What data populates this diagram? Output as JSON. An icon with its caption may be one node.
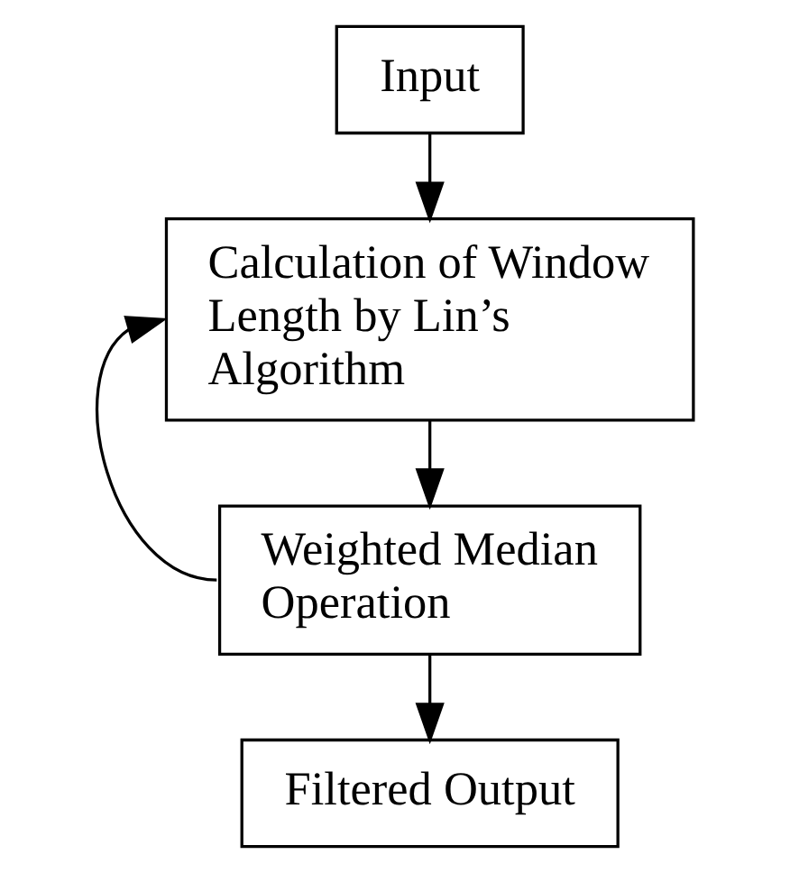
{
  "diagram": {
    "nodes": [
      {
        "text": [
          "Input"
        ]
      },
      {
        "text": [
          "Calculation of Window Length by Lin’s Algorithm"
        ]
      },
      {
        "text": [
          "Weighted Median Operation"
        ]
      },
      {
        "text": [
          "Filtered Output"
        ]
      }
    ],
    "edges": [
      {
        "from": 0,
        "to": 1,
        "arrow": "to"
      },
      {
        "from": 1,
        "to": 2,
        "arrow": "to"
      },
      {
        "from": 2,
        "to": 3,
        "arrow": "to"
      },
      {
        "from": 2,
        "to": 1,
        "arrow": "to"
      }
    ]
  }
}
